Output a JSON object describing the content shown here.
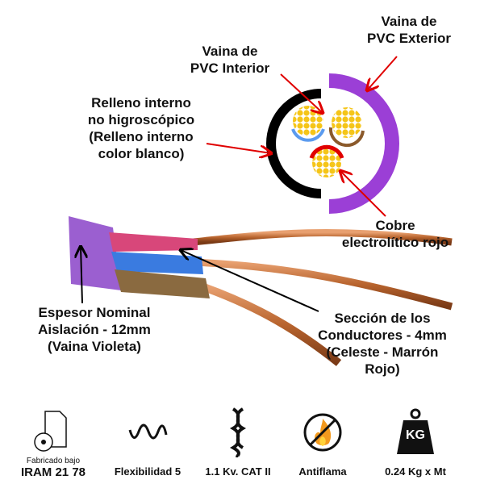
{
  "labels": {
    "outer_sheath": [
      "Vaina de",
      "PVC Exterior"
    ],
    "inner_sheath": [
      "Vaina de",
      "PVC Interior"
    ],
    "filler": [
      "Relleno interno",
      "no higroscópico",
      "(Relleno interno",
      "color blanco)"
    ],
    "copper": [
      "Cobre",
      "electrolítico rojo"
    ],
    "insulation": [
      "Espesor Nominal",
      "Aislación - 12mm",
      "(Vaina Violeta)"
    ],
    "section": [
      "Sección de los",
      "Conductores - 4mm",
      "(Celeste - Marrón",
      "Rojo)"
    ]
  },
  "features": [
    {
      "icon": "document-standard-icon",
      "sub": "Fabricado bajo",
      "label": "IRAM 21 78"
    },
    {
      "icon": "wave-icon",
      "label": "Flexibilidad 5"
    },
    {
      "icon": "twisted-wire-icon",
      "label": "1.1 Kv. CAT II"
    },
    {
      "icon": "no-flame-icon",
      "label": "Antiflama"
    },
    {
      "icon": "weight-icon",
      "weight_text": "KG",
      "label": "0.24 Kg x Mt"
    }
  ],
  "colors": {
    "outer": "#9b3fd6",
    "inner": "#000000",
    "copper": "#f5c518",
    "blue": "#5b9bef",
    "brown": "#8b5a2b",
    "red": "#e00000"
  }
}
